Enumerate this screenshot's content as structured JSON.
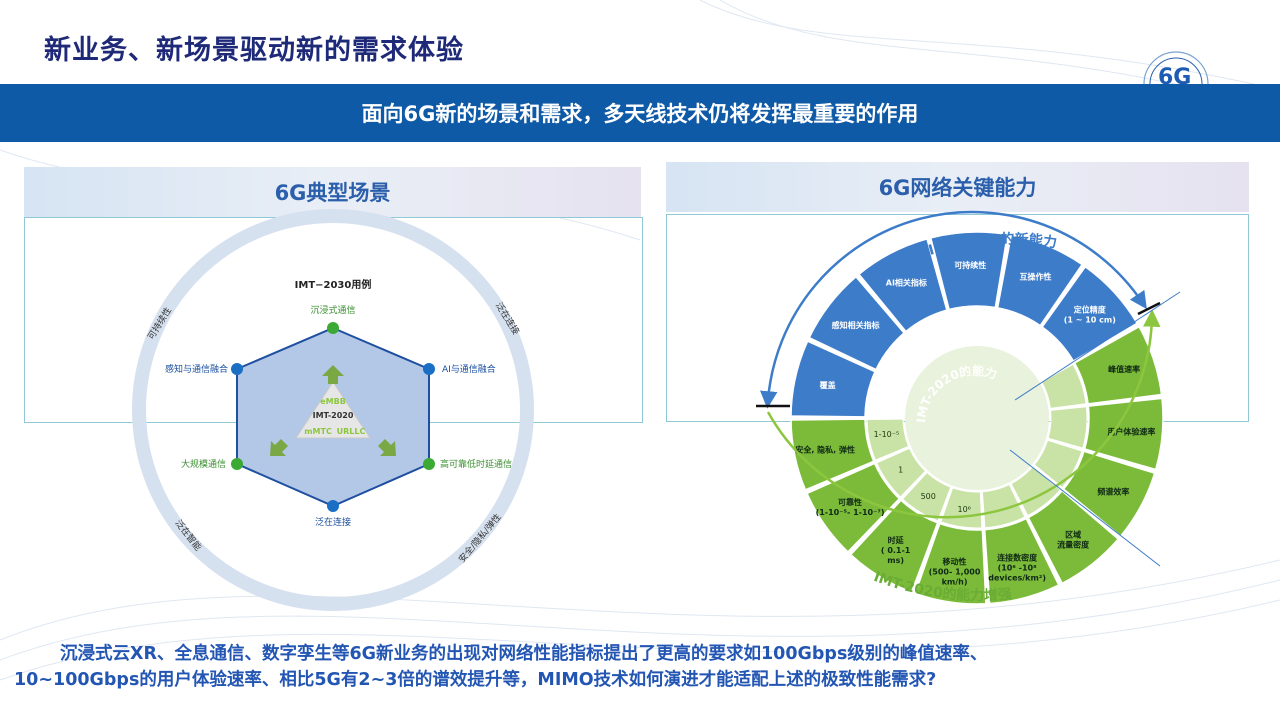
{
  "page": {
    "title": "新业务、新场景驱动新的需求体验",
    "banner": "面向6G新的场景和需求，多天线技术仍将发挥最重要的作用",
    "colors": {
      "banner": "#0f5aa6",
      "title": "#1e2a78",
      "new_capability": "#3d7cc9",
      "enhanced": "#8cc63f"
    }
  },
  "left_panel": {
    "title": "6G典型场景",
    "hex_title": "IMT−2030用例",
    "nodes": [
      "沉浸式通信",
      "AI与通信融合",
      "高可靠低时延通信",
      "泛在连接",
      "大规模通信",
      "感知与通信融合"
    ],
    "ring_labels": [
      "可持续性",
      "泛在连接",
      "泛在智能",
      "安全/隐私/弹性"
    ],
    "core": {
      "top": "eMBB",
      "center": "IMT-2020",
      "left": "mMTC",
      "right": "URLLC"
    }
  },
  "right_panel": {
    "title": "6G网络关键能力",
    "arc_top": "IMT-2030的新能力",
    "arc_bottom": "IMT-2020的能力增强",
    "center_label": "IMT-2020的能力",
    "blue_segments": [
      {
        "line1": "覆盖",
        "line2": "",
        "line3": ""
      },
      {
        "line1": "感知相关指标",
        "line2": "",
        "line3": ""
      },
      {
        "line1": "AI相关指标",
        "line2": "",
        "line3": ""
      },
      {
        "line1": "可持续性",
        "line2": "",
        "line3": ""
      },
      {
        "line1": "互操作性",
        "line2": "",
        "line3": ""
      },
      {
        "line1": "定位精度",
        "line2": "(1 ~ 10 cm)",
        "line3": ""
      }
    ],
    "green_segments": [
      {
        "line1": "峰值速率",
        "line2": "",
        "line3": ""
      },
      {
        "line1": "用户体验速率",
        "line2": "",
        "line3": ""
      },
      {
        "line1": "频谱效率",
        "line2": "",
        "line3": ""
      },
      {
        "line1": "区域",
        "line2": "流量密度",
        "line3": ""
      },
      {
        "line1": "连接数密度",
        "line2": "(10⁶ -10⁸",
        "line3": "devices/km²)"
      },
      {
        "line1": "移动性",
        "line2": "(500- 1,000",
        "line3": "km/h)"
      },
      {
        "line1": "时延",
        "line2": "( 0.1-1",
        "line3": "ms)"
      },
      {
        "line1": "可靠性",
        "line2": "(1-10⁻⁵- 1-10⁻⁷)",
        "line3": ""
      },
      {
        "line1": "安全, 隐私, 弹性",
        "line2": "",
        "line3": ""
      }
    ],
    "inner_values": [
      "1-10⁻⁵",
      "1",
      "500",
      "10⁶"
    ]
  },
  "bottom": {
    "line1": "沉浸式云XR、全息通信、数字孪生等6G新业务的出现对网络性能指标提出了更高的要求如100Gbps级别的峰值速率、",
    "line2": "10~100Gbps的用户体验速率、相比5G有2~3倍的谱效提升等，MIMO技术如何演进才能适配上述的极致性能需求?"
  }
}
